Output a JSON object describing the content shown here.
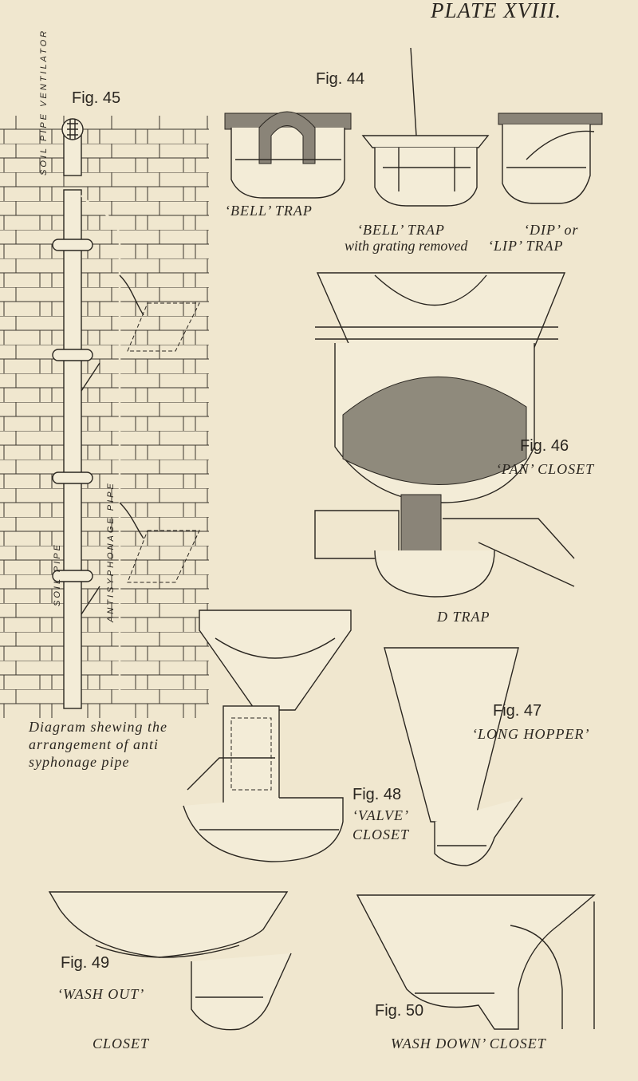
{
  "plate_title": "PLATE XVIII.",
  "fig45": {
    "label": "Fig. 45",
    "ventilator_label": "SOIL PIPE VENTILATOR",
    "soil_pipe_label": "SOIL PIPE",
    "antisyphonage_label": "ANTISYPHONAGE PIPE",
    "caption": [
      "Diagram shewing the",
      "arrangement of anti",
      "syphonage pipe"
    ]
  },
  "fig44": {
    "label": "Fig. 44",
    "bell_trap": "‘BELL’ TRAP",
    "bell_trap_2": "‘BELL’ TRAP",
    "grating_note": "with grating removed",
    "dip_trap_1": "‘DIP’ or",
    "dip_trap_2": "‘LIP’ TRAP"
  },
  "fig46": {
    "label": "Fig. 46",
    "name": "‘PAN’ CLOSET",
    "d_trap": "D TRAP"
  },
  "fig47": {
    "label": "Fig. 47",
    "name": "‘LONG HOPPER’"
  },
  "fig48": {
    "label": "Fig. 48",
    "name_1": "‘VALVE’",
    "name_2": "CLOSET"
  },
  "fig49": {
    "label": "Fig. 49",
    "name": "‘WASH OUT’",
    "closet": "CLOSET"
  },
  "fig50": {
    "label": "Fig. 50",
    "name": "WASH DOWN’ CLOSET"
  }
}
